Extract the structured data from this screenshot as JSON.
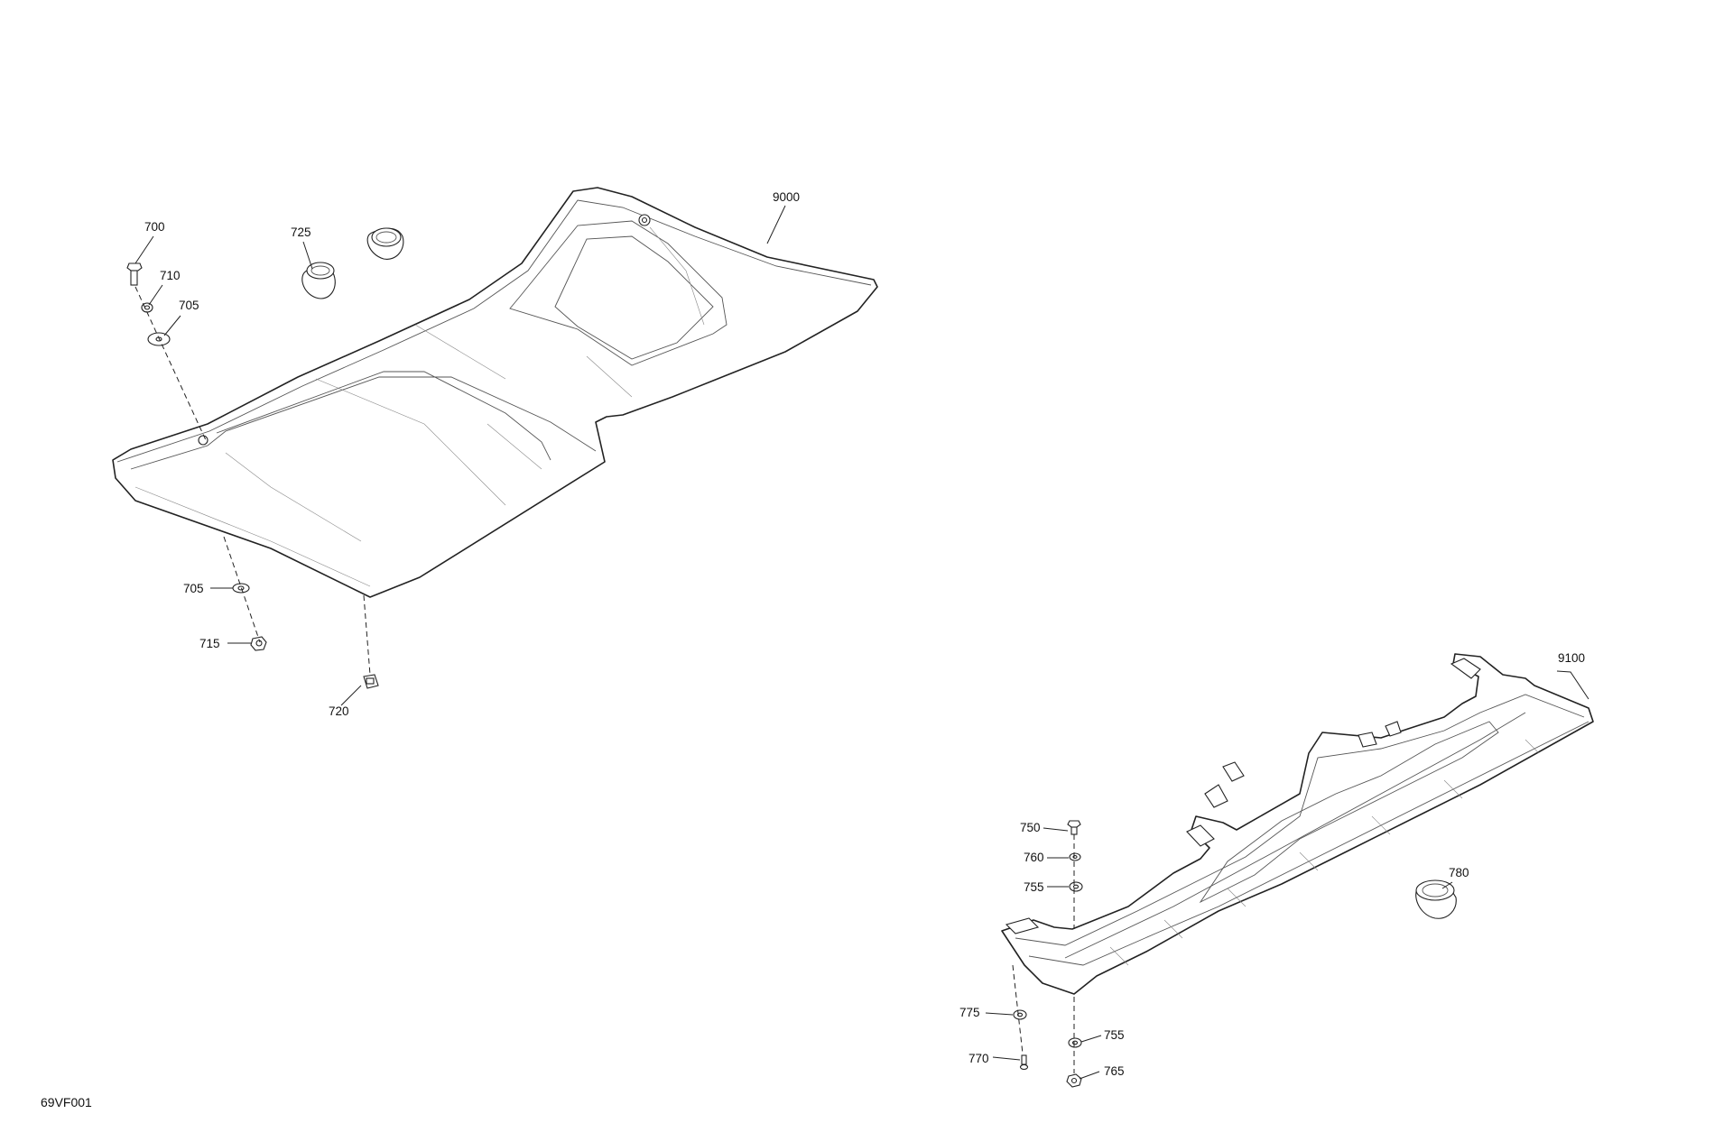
{
  "figure_code": "69VF001",
  "callouts": {
    "c700": "700",
    "c710": "710",
    "c705a": "705",
    "c725": "725",
    "c9000": "9000",
    "c705b": "705",
    "c715": "715",
    "c720": "720",
    "c9100": "9100",
    "c750": "750",
    "c760": "760",
    "c755a": "755",
    "c780": "780",
    "c775": "775",
    "c770": "770",
    "c755b": "755",
    "c765": "765"
  }
}
